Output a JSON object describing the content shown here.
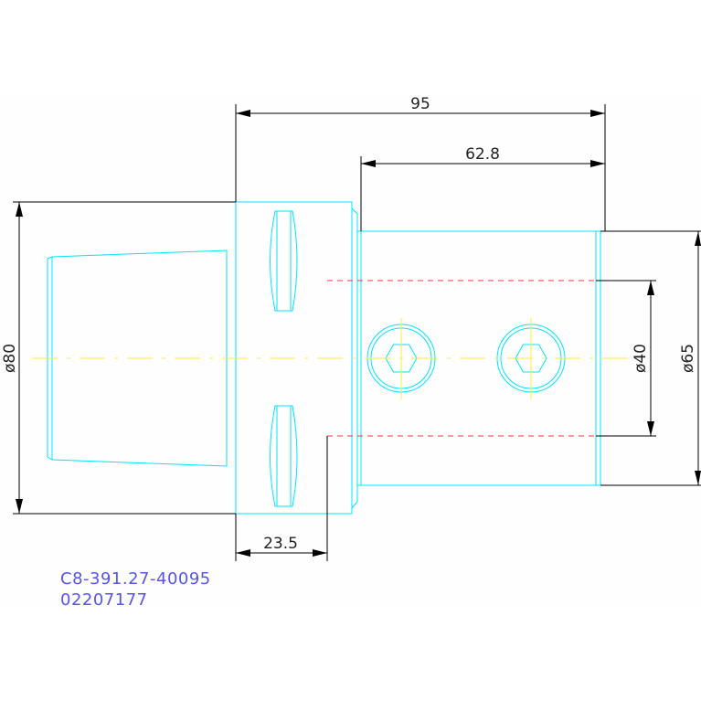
{
  "dimensions": {
    "overall_length": "95",
    "body_length": "62.8",
    "shank_length": "23.5",
    "dia_flange": "ø80",
    "dia_body": "ø65",
    "dia_bore": "ø40"
  },
  "part_number": "C8-391.27-40095",
  "order_code": "02207177",
  "colors": {
    "geometry": "#00e5ff",
    "dimension": "#000000",
    "centerline": "#ffee33",
    "hidden": "#ff3344",
    "text": "#5555ee"
  }
}
